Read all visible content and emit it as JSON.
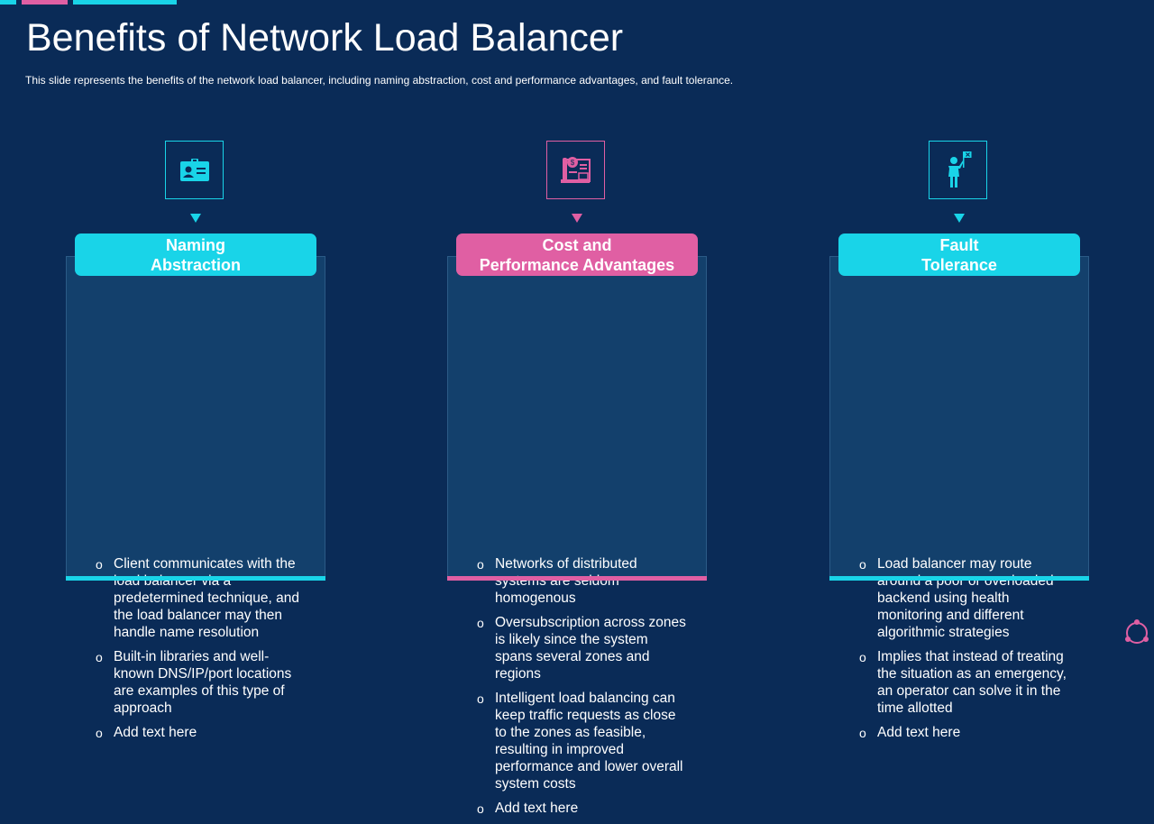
{
  "slide": {
    "title": "Benefits of Network Load Balancer",
    "subtitle": "This slide represents the benefits of the network load balancer, including naming abstraction, cost and performance  advantages,  and fault tolerance."
  },
  "colors": {
    "background": "#0a2b57",
    "cyan": "#19d4e8",
    "pink": "#e05fa3",
    "card": "#13406c"
  },
  "columns": [
    {
      "icon": "id-card-icon",
      "heading": "Naming\nAbstraction",
      "bullets": [
        "Client communicates with the load balancer via a predetermined technique, and the load balancer may then handle name resolution",
        "Built-in libraries and well-known DNS/IP/port locations are examples of this type of approach",
        "Add text here"
      ]
    },
    {
      "icon": "money-document-icon",
      "heading": "Cost and\nPerformance Advantages",
      "bullets": [
        "Networks of distributed systems are seldom homogenous",
        "Oversubscription across zones is likely since the system spans several zones and regions",
        "Intelligent  load balancing can keep traffic requests as close to the zones as feasible, resulting in improved performance and lower overall system costs",
        "Add text here"
      ]
    },
    {
      "icon": "person-flag-icon",
      "heading": "Fault\nTolerance",
      "bullets": [
        "Load balancer may route around a poor or overloaded backend using health monitoring and different algorithmic strategies",
        "Implies that instead of treating the situation as an emergency, an operator can solve it in the time allotted",
        "Add text here"
      ]
    }
  ]
}
